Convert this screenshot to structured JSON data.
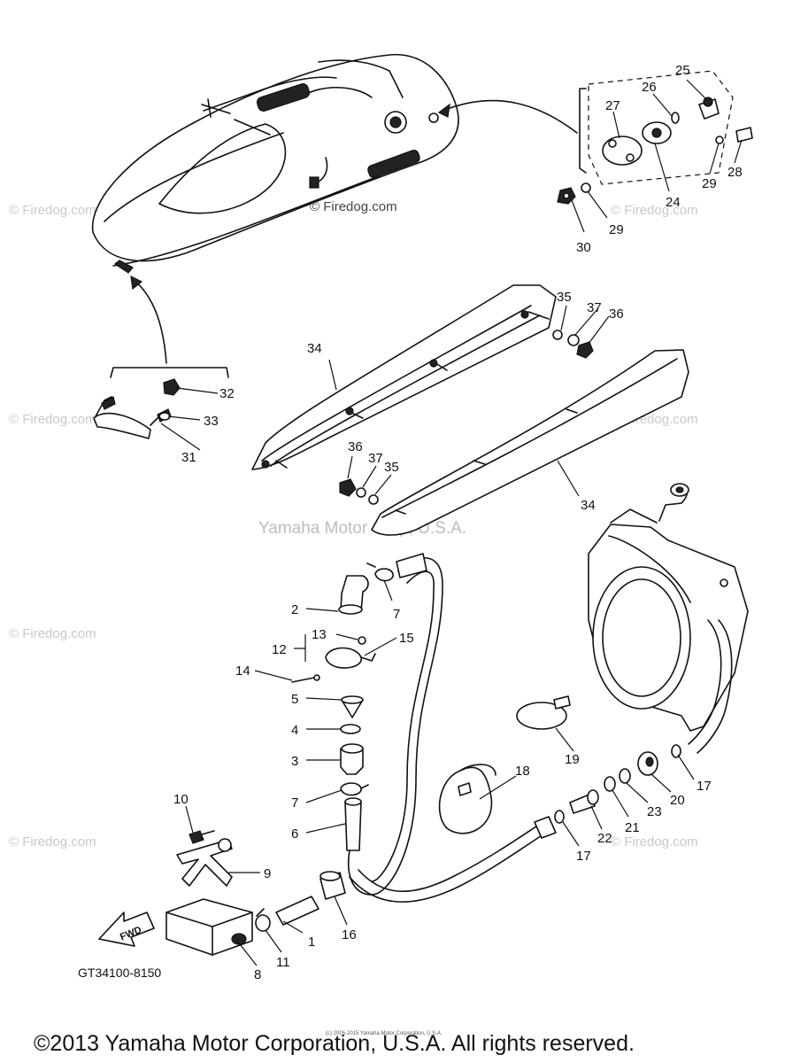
{
  "diagram": {
    "callouts": [
      "1",
      "2",
      "3",
      "4",
      "5",
      "6",
      "7",
      "7",
      "8",
      "9",
      "10",
      "11",
      "12",
      "13",
      "14",
      "15",
      "16",
      "17",
      "17",
      "18",
      "19",
      "20",
      "21",
      "22",
      "23",
      "24",
      "25",
      "26",
      "27",
      "28",
      "29",
      "29",
      "30",
      "31",
      "32",
      "33",
      "34",
      "34",
      "35",
      "35",
      "36",
      "36",
      "37",
      "37"
    ],
    "part_code": "GT34100-8150",
    "fwd_label": "FWD",
    "watermark_center": "Yamaha Motor Corp, U.S.A.",
    "watermark_small": "© Firedog.com",
    "fine_print": "(c) 2005-2015 Yamaha Motor Corporation, U.S.A.",
    "copyright": "©2013 Yamaha Motor Corporation, U.S.A. All rights reserved."
  }
}
